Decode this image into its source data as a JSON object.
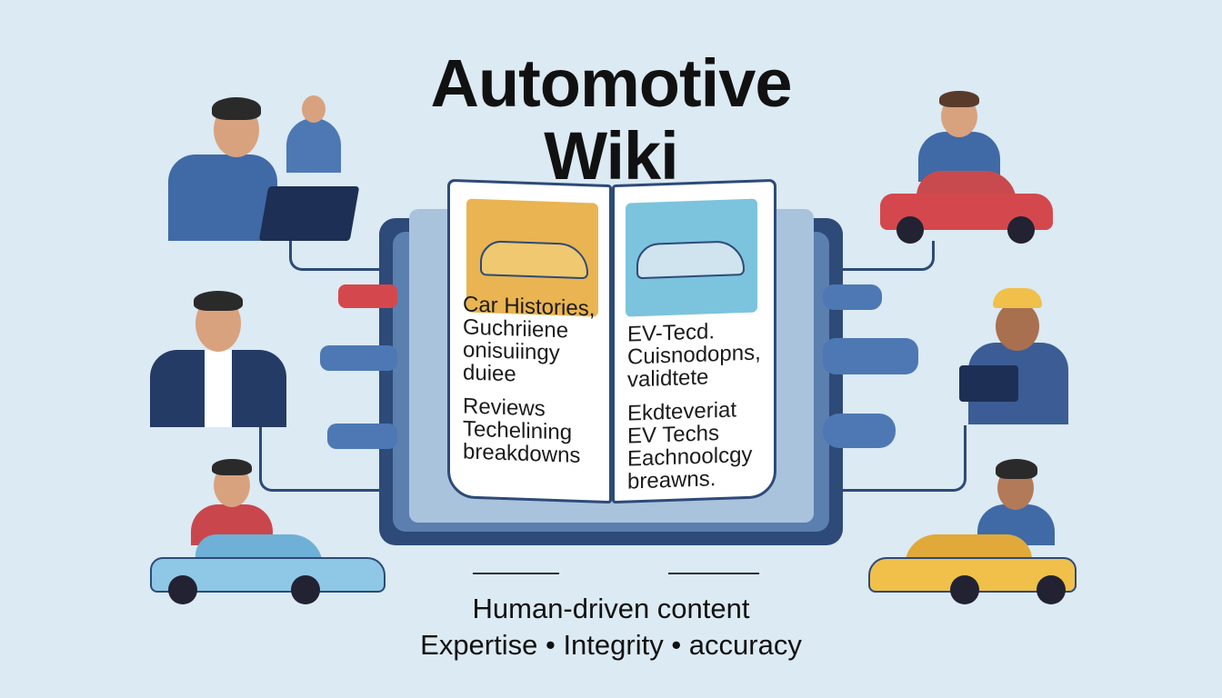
{
  "title": {
    "line1": "Automotive",
    "line2": "Wiki"
  },
  "book": {
    "left_page": [
      "Car Histories,",
      "Guchriiene",
      "onisuiingy",
      "duiee",
      "Reviews",
      "Techelining",
      "breakdowns"
    ],
    "right_page": [
      "EV-Tecd.",
      "Cuisnodopns,",
      "validtete",
      "Ekdteveriat",
      "EV Techs",
      "Eachnoolcgy",
      "breawns."
    ]
  },
  "tagline": {
    "line1": "Human-driven content",
    "line2": "Expertise • Integrity • accuracy"
  },
  "colors": {
    "background": "#dbeaf3",
    "navy": "#2d4a78",
    "orange": "#e9b451",
    "sky": "#7cc3de",
    "red": "#d4484d",
    "blue_car": "#8ec8e6",
    "yellow_car": "#f0c04a"
  }
}
